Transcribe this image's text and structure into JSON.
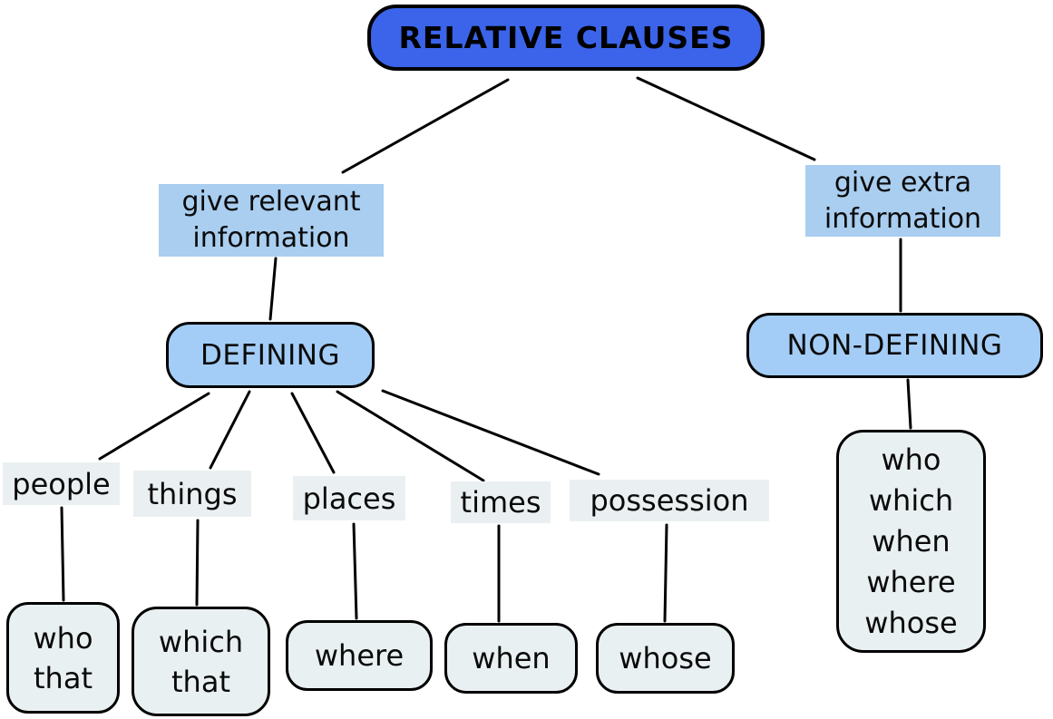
{
  "diagram": {
    "title": "RELATIVE CLAUSES",
    "root": {
      "label": "RELATIVE CLAUSES"
    },
    "branches": {
      "left": {
        "note": "give relevant\ninformation",
        "type_label": "DEFINING"
      },
      "right": {
        "note": "give extra\ninformation",
        "type_label": "NON-DEFINING"
      }
    },
    "defining": {
      "categories": [
        {
          "label": "people",
          "pronouns": "who\nthat"
        },
        {
          "label": "things",
          "pronouns": "which\nthat"
        },
        {
          "label": "places",
          "pronouns": "where"
        },
        {
          "label": "times",
          "pronouns": "when"
        },
        {
          "label": "possession",
          "pronouns": "whose"
        }
      ]
    },
    "non_defining": {
      "pronouns": "who\nwhich\nwhen\nwhere\nwhose"
    },
    "colors": {
      "root_fill": "#3B64EA",
      "type_fill": "#A3CDF6",
      "note_highlight": "#A9CEF0",
      "pronoun_fill": "#E9F0F2",
      "category_highlight": "#EAF0F2",
      "line": "#000000",
      "text": "#0a0a0a",
      "background": "#ffffff"
    }
  }
}
